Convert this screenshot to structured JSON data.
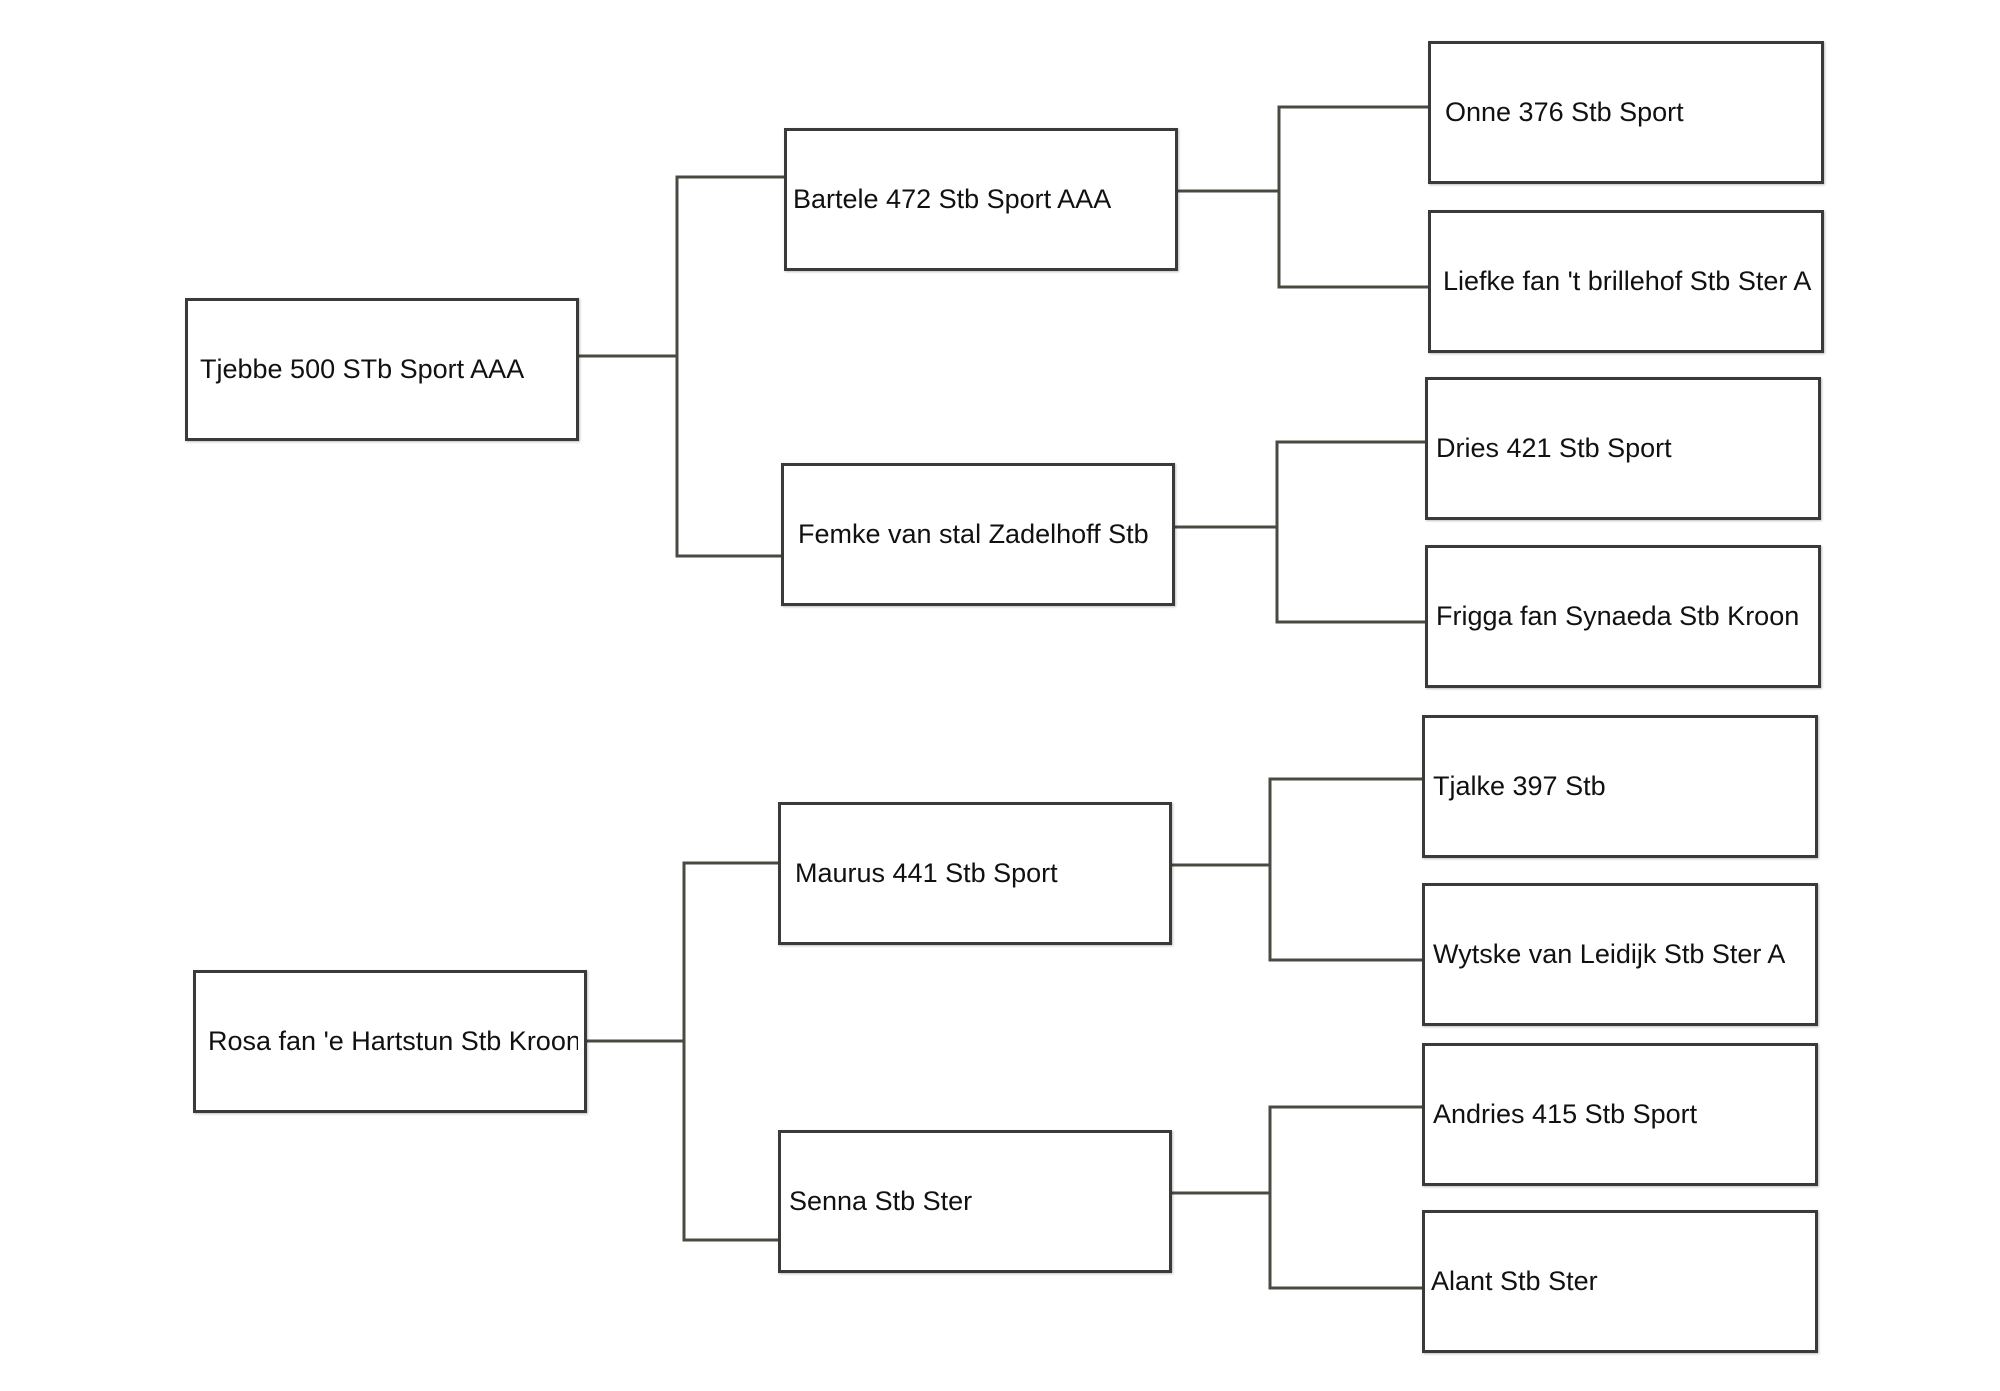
{
  "pedigree": {
    "sire": {
      "name": "Tjebbe 500 STb Sport AAA",
      "sire": {
        "name": "Bartele 472 Stb Sport AAA",
        "sire": {
          "name": "Onne 376 Stb Sport"
        },
        "dam": {
          "name": "Liefke fan 't brillehof Stb Ster A"
        }
      },
      "dam": {
        "name": "Femke van stal Zadelhoff Stb",
        "sire": {
          "name": "Dries 421 Stb Sport"
        },
        "dam": {
          "name": "Frigga fan Synaeda Stb Kroon"
        }
      }
    },
    "dam": {
      "name": "Rosa fan 'e Hartstun Stb Kroon",
      "sire": {
        "name": "Maurus 441 Stb Sport",
        "sire": {
          "name": "Tjalke 397 Stb"
        },
        "dam": {
          "name": "Wytske van Leidijk Stb Ster A"
        }
      },
      "dam": {
        "name": "Senna Stb Ster",
        "sire": {
          "name": "Andries 415 Stb Sport"
        },
        "dam": {
          "name": "Alant Stb Ster"
        }
      }
    }
  }
}
